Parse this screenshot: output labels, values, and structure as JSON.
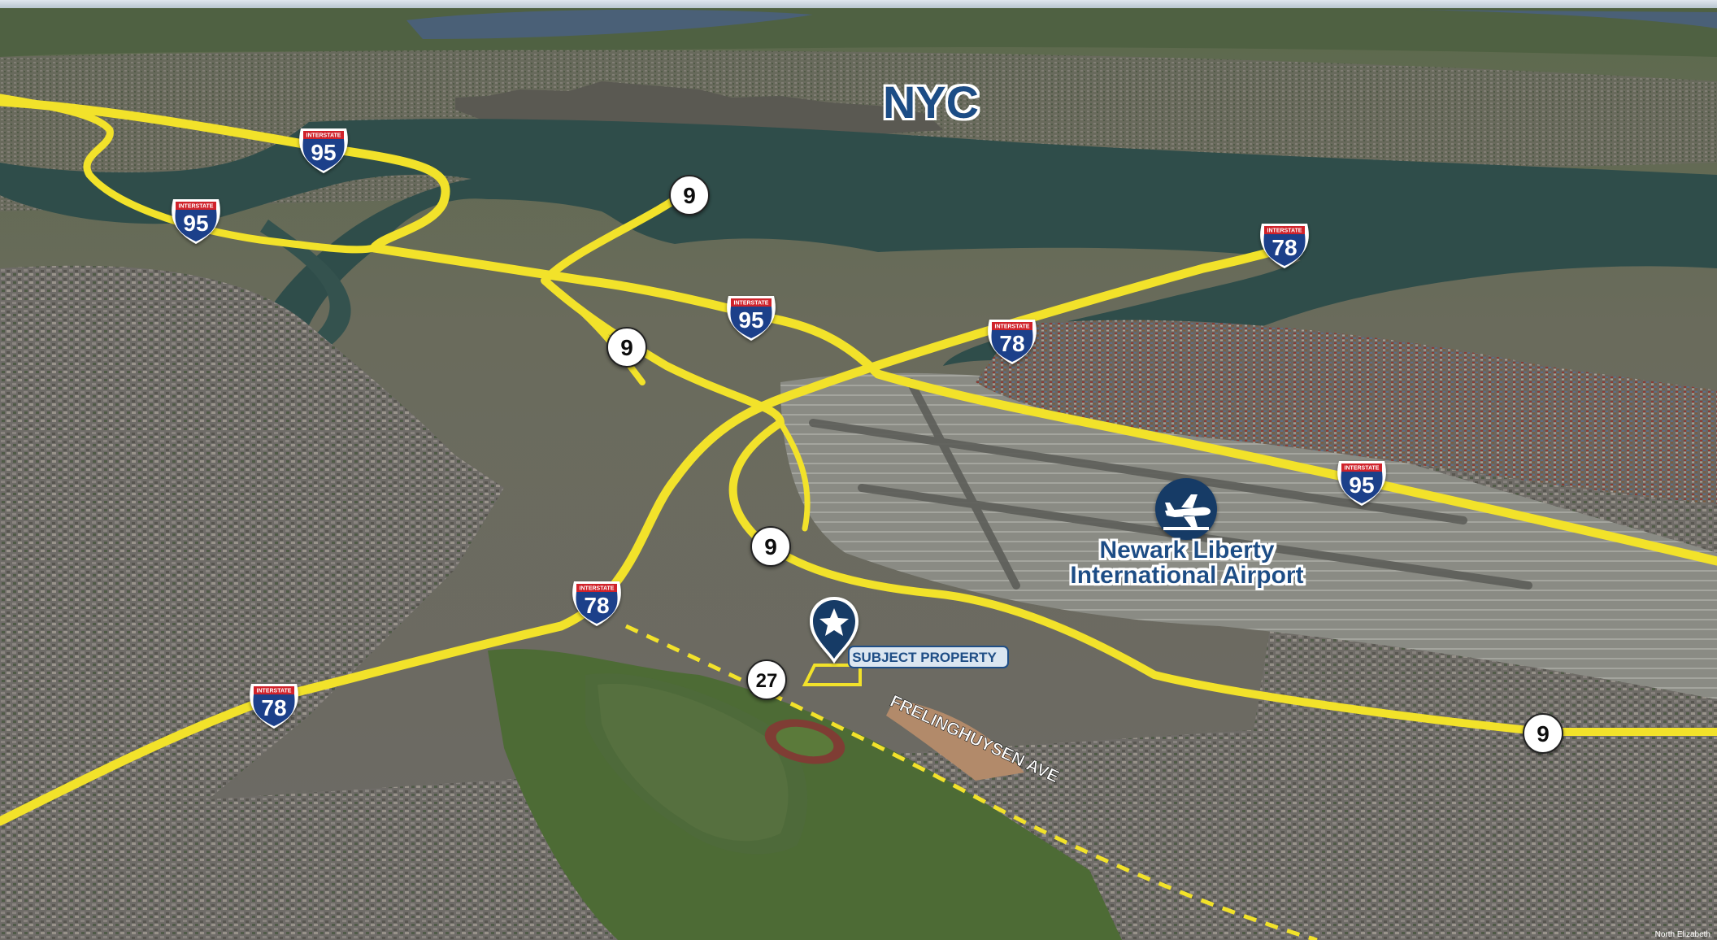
{
  "labels": {
    "city": "NYC",
    "airport_line1": "Newark Liberty",
    "airport_line2": "International Airport",
    "subject": "SUBJECT PROPERTY",
    "street": "FRELINGHUYSEN AVE",
    "interstate_word": "INTERSTATE",
    "attribution": "North Elizabeth"
  },
  "shields": {
    "i95": "95",
    "i78": "78",
    "rt9": "9",
    "rt27": "27"
  },
  "colors": {
    "highway": "#f2e22a",
    "interstate_blue": "#1d3f8a",
    "interstate_red": "#d0202c",
    "marker_navy": "#163a66",
    "label_blue": "#1f4e86",
    "water": "#2f4d4a",
    "lake": "#4b6b3c"
  },
  "icons": {
    "airport": "airplane-icon",
    "property": "star-pin-icon"
  }
}
